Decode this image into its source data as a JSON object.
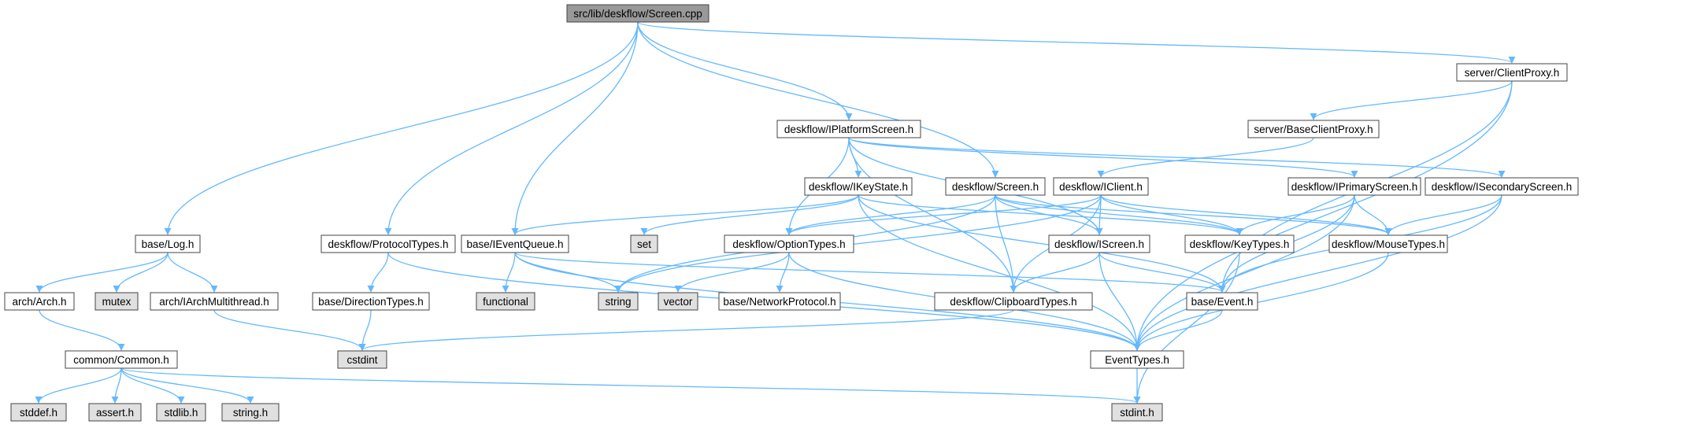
{
  "colors": {
    "edge": "#63b8ff",
    "root_fill": "#999999",
    "node_fill": "#ffffff",
    "system_fill": "#e0e0e0",
    "system_stroke": "#999999"
  },
  "nodes": [
    {
      "id": "screen_cpp",
      "label": "src/lib/deskflow/Screen.cpp",
      "kind": "root"
    },
    {
      "id": "client_proxy",
      "label": "server/ClientProxy.h",
      "kind": "file"
    },
    {
      "id": "iplatform_screen",
      "label": "deskflow/IPlatformScreen.h",
      "kind": "file"
    },
    {
      "id": "base_client_proxy",
      "label": "server/BaseClientProxy.h",
      "kind": "file"
    },
    {
      "id": "ikeystate",
      "label": "deskflow/IKeyState.h",
      "kind": "file"
    },
    {
      "id": "screen_h",
      "label": "deskflow/Screen.h",
      "kind": "file"
    },
    {
      "id": "iclient",
      "label": "deskflow/IClient.h",
      "kind": "file"
    },
    {
      "id": "iprimary_screen",
      "label": "deskflow/IPrimaryScreen.h",
      "kind": "file"
    },
    {
      "id": "isecondary_screen",
      "label": "deskflow/ISecondaryScreen.h",
      "kind": "file"
    },
    {
      "id": "log_h",
      "label": "base/Log.h",
      "kind": "file"
    },
    {
      "id": "protocol_types",
      "label": "deskflow/ProtocolTypes.h",
      "kind": "file"
    },
    {
      "id": "ievent_queue",
      "label": "base/IEventQueue.h",
      "kind": "file"
    },
    {
      "id": "set",
      "label": "set",
      "kind": "system"
    },
    {
      "id": "option_types",
      "label": "deskflow/OptionTypes.h",
      "kind": "file"
    },
    {
      "id": "iscreen",
      "label": "deskflow/IScreen.h",
      "kind": "file"
    },
    {
      "id": "key_types",
      "label": "deskflow/KeyTypes.h",
      "kind": "file"
    },
    {
      "id": "mouse_types",
      "label": "deskflow/MouseTypes.h",
      "kind": "file"
    },
    {
      "id": "arch_h",
      "label": "arch/Arch.h",
      "kind": "file"
    },
    {
      "id": "mutex",
      "label": "mutex",
      "kind": "system"
    },
    {
      "id": "iarch_multithread",
      "label": "arch/IArchMultithread.h",
      "kind": "file"
    },
    {
      "id": "direction_types",
      "label": "base/DirectionTypes.h",
      "kind": "file"
    },
    {
      "id": "functional",
      "label": "functional",
      "kind": "system"
    },
    {
      "id": "string",
      "label": "string",
      "kind": "system"
    },
    {
      "id": "vector",
      "label": "vector",
      "kind": "system"
    },
    {
      "id": "network_protocol",
      "label": "base/NetworkProtocol.h",
      "kind": "file"
    },
    {
      "id": "clipboard_types",
      "label": "deskflow/ClipboardTypes.h",
      "kind": "file"
    },
    {
      "id": "event_h",
      "label": "base/Event.h",
      "kind": "file"
    },
    {
      "id": "common_h",
      "label": "common/Common.h",
      "kind": "file"
    },
    {
      "id": "cstdint",
      "label": "cstdint",
      "kind": "system"
    },
    {
      "id": "event_types",
      "label": "EventTypes.h",
      "kind": "file"
    },
    {
      "id": "stddef",
      "label": "stddef.h",
      "kind": "system"
    },
    {
      "id": "assert",
      "label": "assert.h",
      "kind": "system"
    },
    {
      "id": "stdlib",
      "label": "stdlib.h",
      "kind": "system"
    },
    {
      "id": "string_h",
      "label": "string.h",
      "kind": "system"
    },
    {
      "id": "stdint",
      "label": "stdint.h",
      "kind": "system"
    }
  ],
  "edges": [
    [
      "screen_cpp",
      "client_proxy"
    ],
    [
      "screen_cpp",
      "iplatform_screen"
    ],
    [
      "screen_cpp",
      "screen_h"
    ],
    [
      "screen_cpp",
      "ievent_queue"
    ],
    [
      "screen_cpp",
      "protocol_types"
    ],
    [
      "screen_cpp",
      "log_h"
    ],
    [
      "client_proxy",
      "base_client_proxy"
    ],
    [
      "client_proxy",
      "event_h"
    ],
    [
      "client_proxy",
      "event_types"
    ],
    [
      "base_client_proxy",
      "iclient"
    ],
    [
      "iplatform_screen",
      "ikeystate"
    ],
    [
      "iplatform_screen",
      "option_types"
    ],
    [
      "iplatform_screen",
      "iprimary_screen"
    ],
    [
      "iplatform_screen",
      "isecondary_screen"
    ],
    [
      "iplatform_screen",
      "clipboard_types"
    ],
    [
      "iplatform_screen",
      "iscreen"
    ],
    [
      "ikeystate",
      "ievent_queue"
    ],
    [
      "ikeystate",
      "set"
    ],
    [
      "ikeystate",
      "key_types"
    ],
    [
      "ikeystate",
      "event_h"
    ],
    [
      "ikeystate",
      "event_types"
    ],
    [
      "screen_h",
      "option_types"
    ],
    [
      "screen_h",
      "iscreen"
    ],
    [
      "screen_h",
      "key_types"
    ],
    [
      "screen_h",
      "mouse_types"
    ],
    [
      "screen_h",
      "clipboard_types"
    ],
    [
      "screen_h",
      "string"
    ],
    [
      "iclient",
      "iscreen"
    ],
    [
      "iclient",
      "key_types"
    ],
    [
      "iclient",
      "mouse_types"
    ],
    [
      "iclient",
      "option_types"
    ],
    [
      "iclient",
      "clipboard_types"
    ],
    [
      "iclient",
      "string"
    ],
    [
      "iprimary_screen",
      "key_types"
    ],
    [
      "iprimary_screen",
      "mouse_types"
    ],
    [
      "iprimary_screen",
      "event_h"
    ],
    [
      "iprimary_screen",
      "event_types"
    ],
    [
      "isecondary_screen",
      "mouse_types"
    ],
    [
      "isecondary_screen",
      "event_h"
    ],
    [
      "isecondary_screen",
      "event_types"
    ],
    [
      "log_h",
      "arch_h"
    ],
    [
      "log_h",
      "mutex"
    ],
    [
      "log_h",
      "iarch_multithread"
    ],
    [
      "protocol_types",
      "direction_types"
    ],
    [
      "protocol_types",
      "event_types"
    ],
    [
      "ievent_queue",
      "functional"
    ],
    [
      "ievent_queue",
      "string"
    ],
    [
      "ievent_queue",
      "event_h"
    ],
    [
      "ievent_queue",
      "event_types"
    ],
    [
      "option_types",
      "vector"
    ],
    [
      "option_types",
      "network_protocol"
    ],
    [
      "option_types",
      "event_types"
    ],
    [
      "iscreen",
      "clipboard_types"
    ],
    [
      "iscreen",
      "event_h"
    ],
    [
      "iscreen",
      "event_types"
    ],
    [
      "key_types",
      "stdint"
    ],
    [
      "mouse_types",
      "event_types"
    ],
    [
      "arch_h",
      "common_h"
    ],
    [
      "iarch_multithread",
      "cstdint"
    ],
    [
      "direction_types",
      "cstdint"
    ],
    [
      "clipboard_types",
      "cstdint"
    ],
    [
      "event_h",
      "event_types"
    ],
    [
      "common_h",
      "stddef"
    ],
    [
      "common_h",
      "assert"
    ],
    [
      "common_h",
      "stdlib"
    ],
    [
      "common_h",
      "string_h"
    ],
    [
      "common_h",
      "stdint"
    ],
    [
      "event_types",
      "stdint"
    ]
  ]
}
